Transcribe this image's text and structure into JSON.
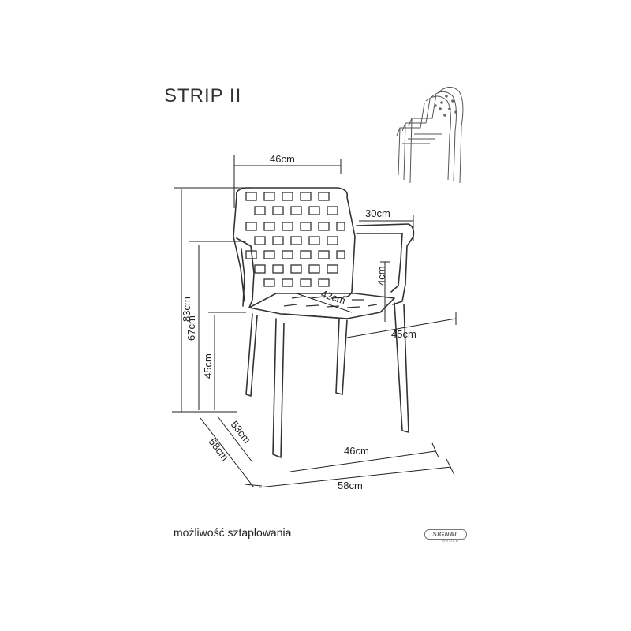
{
  "title": "STRIP II",
  "caption": "możliwość sztaplowania",
  "logo": {
    "name": "SIGNAL",
    "tagline": "MEBLE"
  },
  "dimensions": {
    "back_width": "46cm",
    "armrest_depth": "30cm",
    "armrest_height": "4cm",
    "seat_depth": "42cm",
    "seat_width": "45cm",
    "total_height": "83cm",
    "armrest_floor_height": "67cm",
    "seat_height": "45cm",
    "base_depth": "53cm",
    "total_depth": "58cm",
    "base_width": "46cm",
    "total_width": "58cm"
  },
  "icons": {
    "stack": "stacked-chairs-icon",
    "chair": "chair-illustration"
  }
}
